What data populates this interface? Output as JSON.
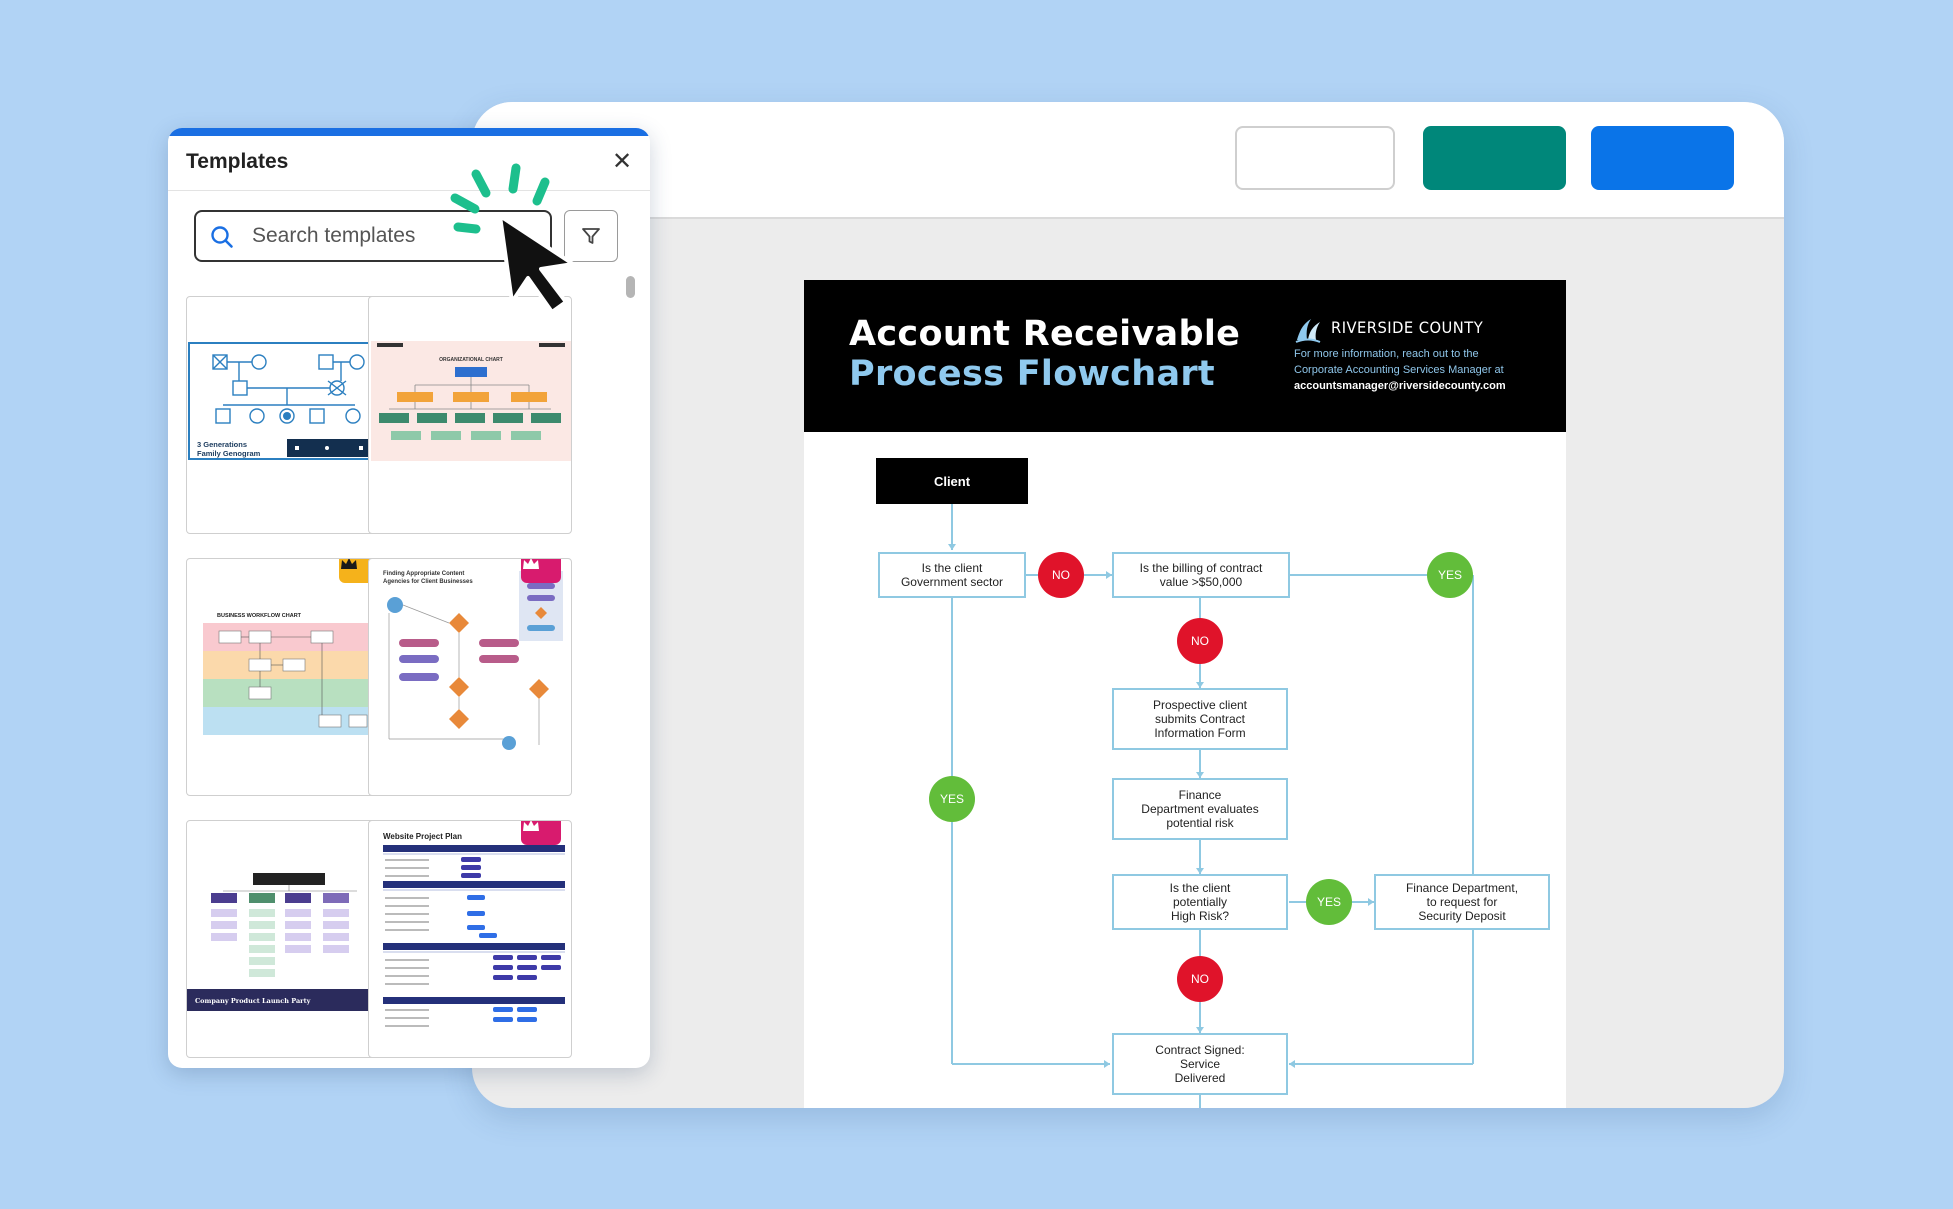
{
  "editor": {
    "toolbar": {
      "buttons": [
        {
          "name": "outline",
          "color": "#ffffff"
        },
        {
          "name": "teal",
          "color": "#00877a"
        },
        {
          "name": "blue",
          "color": "#0a74e8"
        }
      ]
    }
  },
  "document": {
    "title_line1": "Account Receivable",
    "title_line2": "Process Flowchart",
    "title_line1_color": "#ffffff",
    "title_line2_color": "#8fc9ee",
    "brand": "RIVERSIDE COUNTY",
    "info_line1": "For more information, reach out to the",
    "info_line2": "Corporate Accounting Services Manager at",
    "info_email": "accountsmanager@riversidecounty.com",
    "flow": {
      "client": "Client",
      "q_government": "Is the client\nGovernment sector",
      "q_billing": "Is the billing of contract\nvalue >$50,000",
      "step_prospective": "Prospective client\nsubmits Contract\nInformation Form",
      "step_finance_eval": "Finance\nDepartment evaluates\npotential risk",
      "q_high_risk": "Is the client\npotentially\nHigh Risk?",
      "step_security_deposit": "Finance Department,\nto request for\nSecurity Deposit",
      "step_contract_signed": "Contract Signed:\nService\nDelivered",
      "no_label": "NO",
      "yes_label": "YES"
    }
  },
  "templates_panel": {
    "title": "Templates",
    "close_icon": "close-icon",
    "search": {
      "placeholder": "Search templates",
      "value": ""
    },
    "filter_icon": "filter-icon",
    "accent_color": "#1a6fe3",
    "cards": [
      {
        "name": "family-genogram",
        "caption": "3 Generations\nFamily Genogram",
        "premium": false
      },
      {
        "name": "organizational-chart",
        "caption": "ORGANIZATIONAL CHART",
        "premium": false
      },
      {
        "name": "business-workflow-chart",
        "caption": "BUSINESS WORKFLOW CHART",
        "premium": true,
        "badge_color": "#f5b21b"
      },
      {
        "name": "content-agencies-flowchart",
        "caption": "Finding Appropriate Content\nAgencies for Client Businesses",
        "premium": true,
        "badge_color": "#d81b6e"
      },
      {
        "name": "product-launch-party",
        "caption": "Company Product Launch Party",
        "premium": false
      },
      {
        "name": "website-project-plan",
        "caption": "Website Project Plan",
        "premium": true,
        "badge_color": "#d81b6e"
      }
    ]
  }
}
